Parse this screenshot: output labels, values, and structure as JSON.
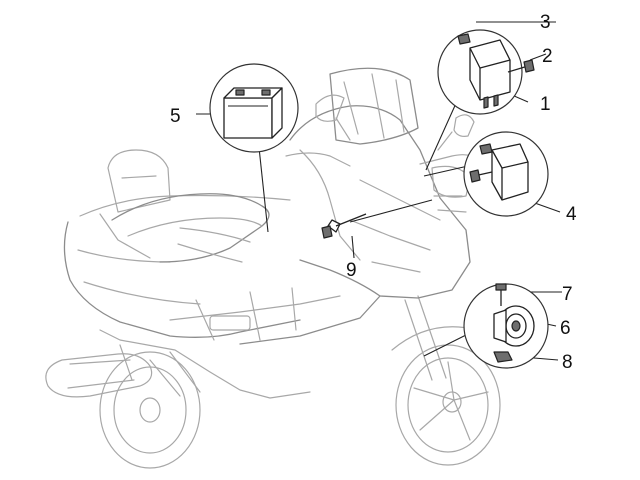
{
  "callouts": [
    {
      "id": "c1",
      "number": "1"
    },
    {
      "id": "c2",
      "number": "2"
    },
    {
      "id": "c3",
      "number": "3"
    },
    {
      "id": "c4",
      "number": "4"
    },
    {
      "id": "c5",
      "number": "5"
    },
    {
      "id": "c6",
      "number": "6"
    },
    {
      "id": "c7",
      "number": "7"
    },
    {
      "id": "c8",
      "number": "8"
    },
    {
      "id": "c9",
      "number": "9"
    }
  ],
  "colors": {
    "scooter_outline": "#a8a8a8",
    "part_stroke": "#222222",
    "part_shade": "#6e6e6e",
    "label": "#111111"
  }
}
